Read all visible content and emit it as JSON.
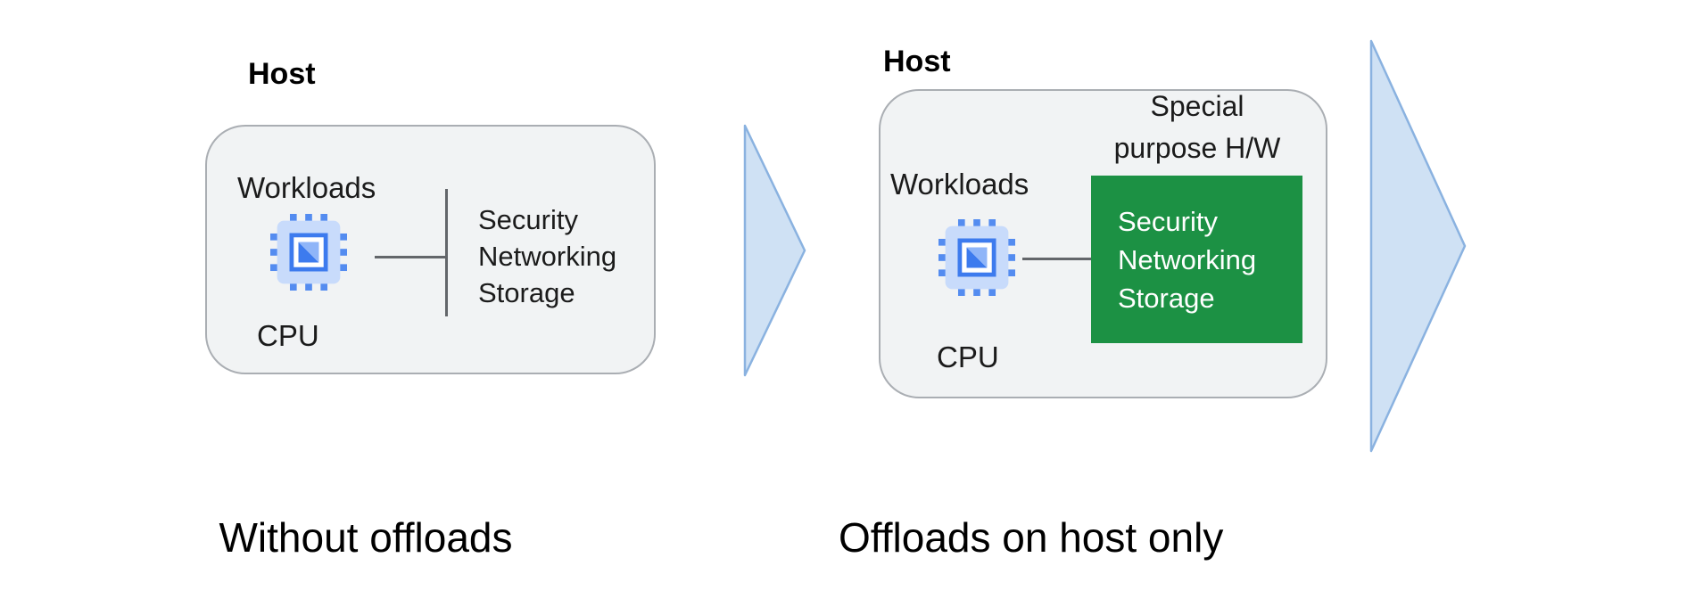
{
  "left_panel": {
    "host_label": "Host",
    "workloads_label": "Workloads",
    "cpu_label": "CPU",
    "offloads": [
      "Security",
      "Networking",
      "Storage"
    ],
    "caption": "Without offloads"
  },
  "right_panel": {
    "host_label": "Host",
    "workloads_label": "Workloads",
    "cpu_label": "CPU",
    "special_hw_line1": "Special",
    "special_hw_line2": "purpose H/W",
    "offloads": [
      "Security",
      "Networking",
      "Storage"
    ],
    "caption": "Offloads on host only"
  },
  "icons": {
    "cpu": "cpu-chip-icon",
    "arrow": "arrow-right-icon"
  },
  "colors": {
    "panel_fill": "#f1f3f4",
    "panel_border": "#aaaeb3",
    "green_box": "#1c9144",
    "green_box_text": "#ffffff",
    "arrow_fill": "#cfe1f4",
    "arrow_border": "#8ab2e0",
    "connector": "#63666a",
    "chip_pins": "#548cf0",
    "chip_body": "#c8dbfb",
    "chip_frame": "#3d7bee",
    "chip_triangle_light": "#8fb5f8"
  }
}
